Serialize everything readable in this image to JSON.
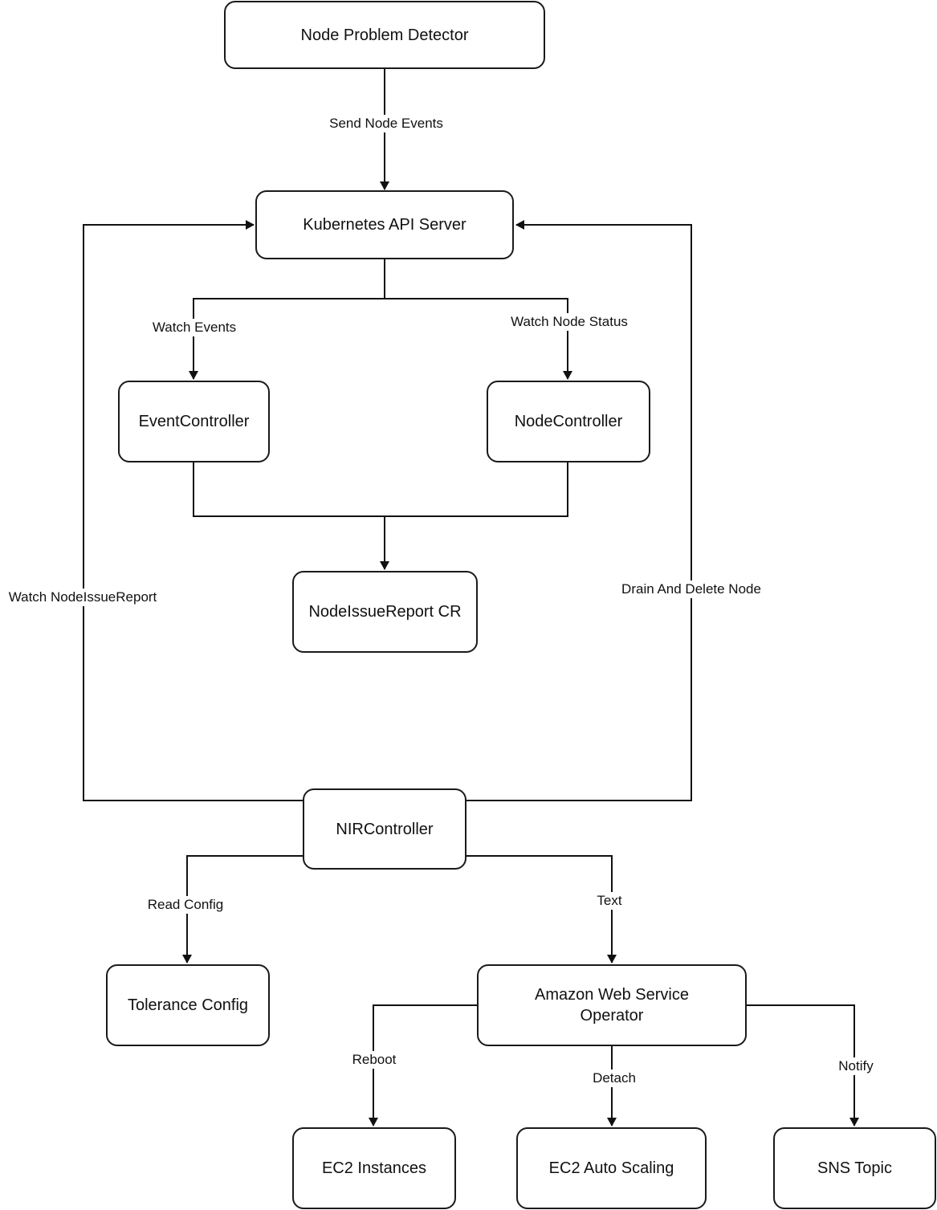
{
  "nodes": {
    "npd": "Node Problem Detector",
    "api": "Kubernetes API Server",
    "event_controller": "EventController",
    "node_controller": "NodeController",
    "nir_cr": "NodeIssueReport CR",
    "nir_controller": "NIRController",
    "tolerance_config": "Tolerance Config",
    "aws_operator": "Amazon Web Service Operator",
    "ec2_instances": "EC2 Instances",
    "ec2_autoscaling": "EC2 Auto Scaling",
    "sns_topic": "SNS Topic"
  },
  "edges": {
    "send_node_events": "Send Node Events",
    "watch_events": "Watch Events",
    "watch_node_status": "Watch Node Status",
    "watch_nir": "Watch NodeIssueReport",
    "drain_delete": "Drain And Delete Node",
    "read_config": "Read Config",
    "text": "Text",
    "reboot": "Reboot",
    "detach": "Detach",
    "notify": "Notify"
  }
}
